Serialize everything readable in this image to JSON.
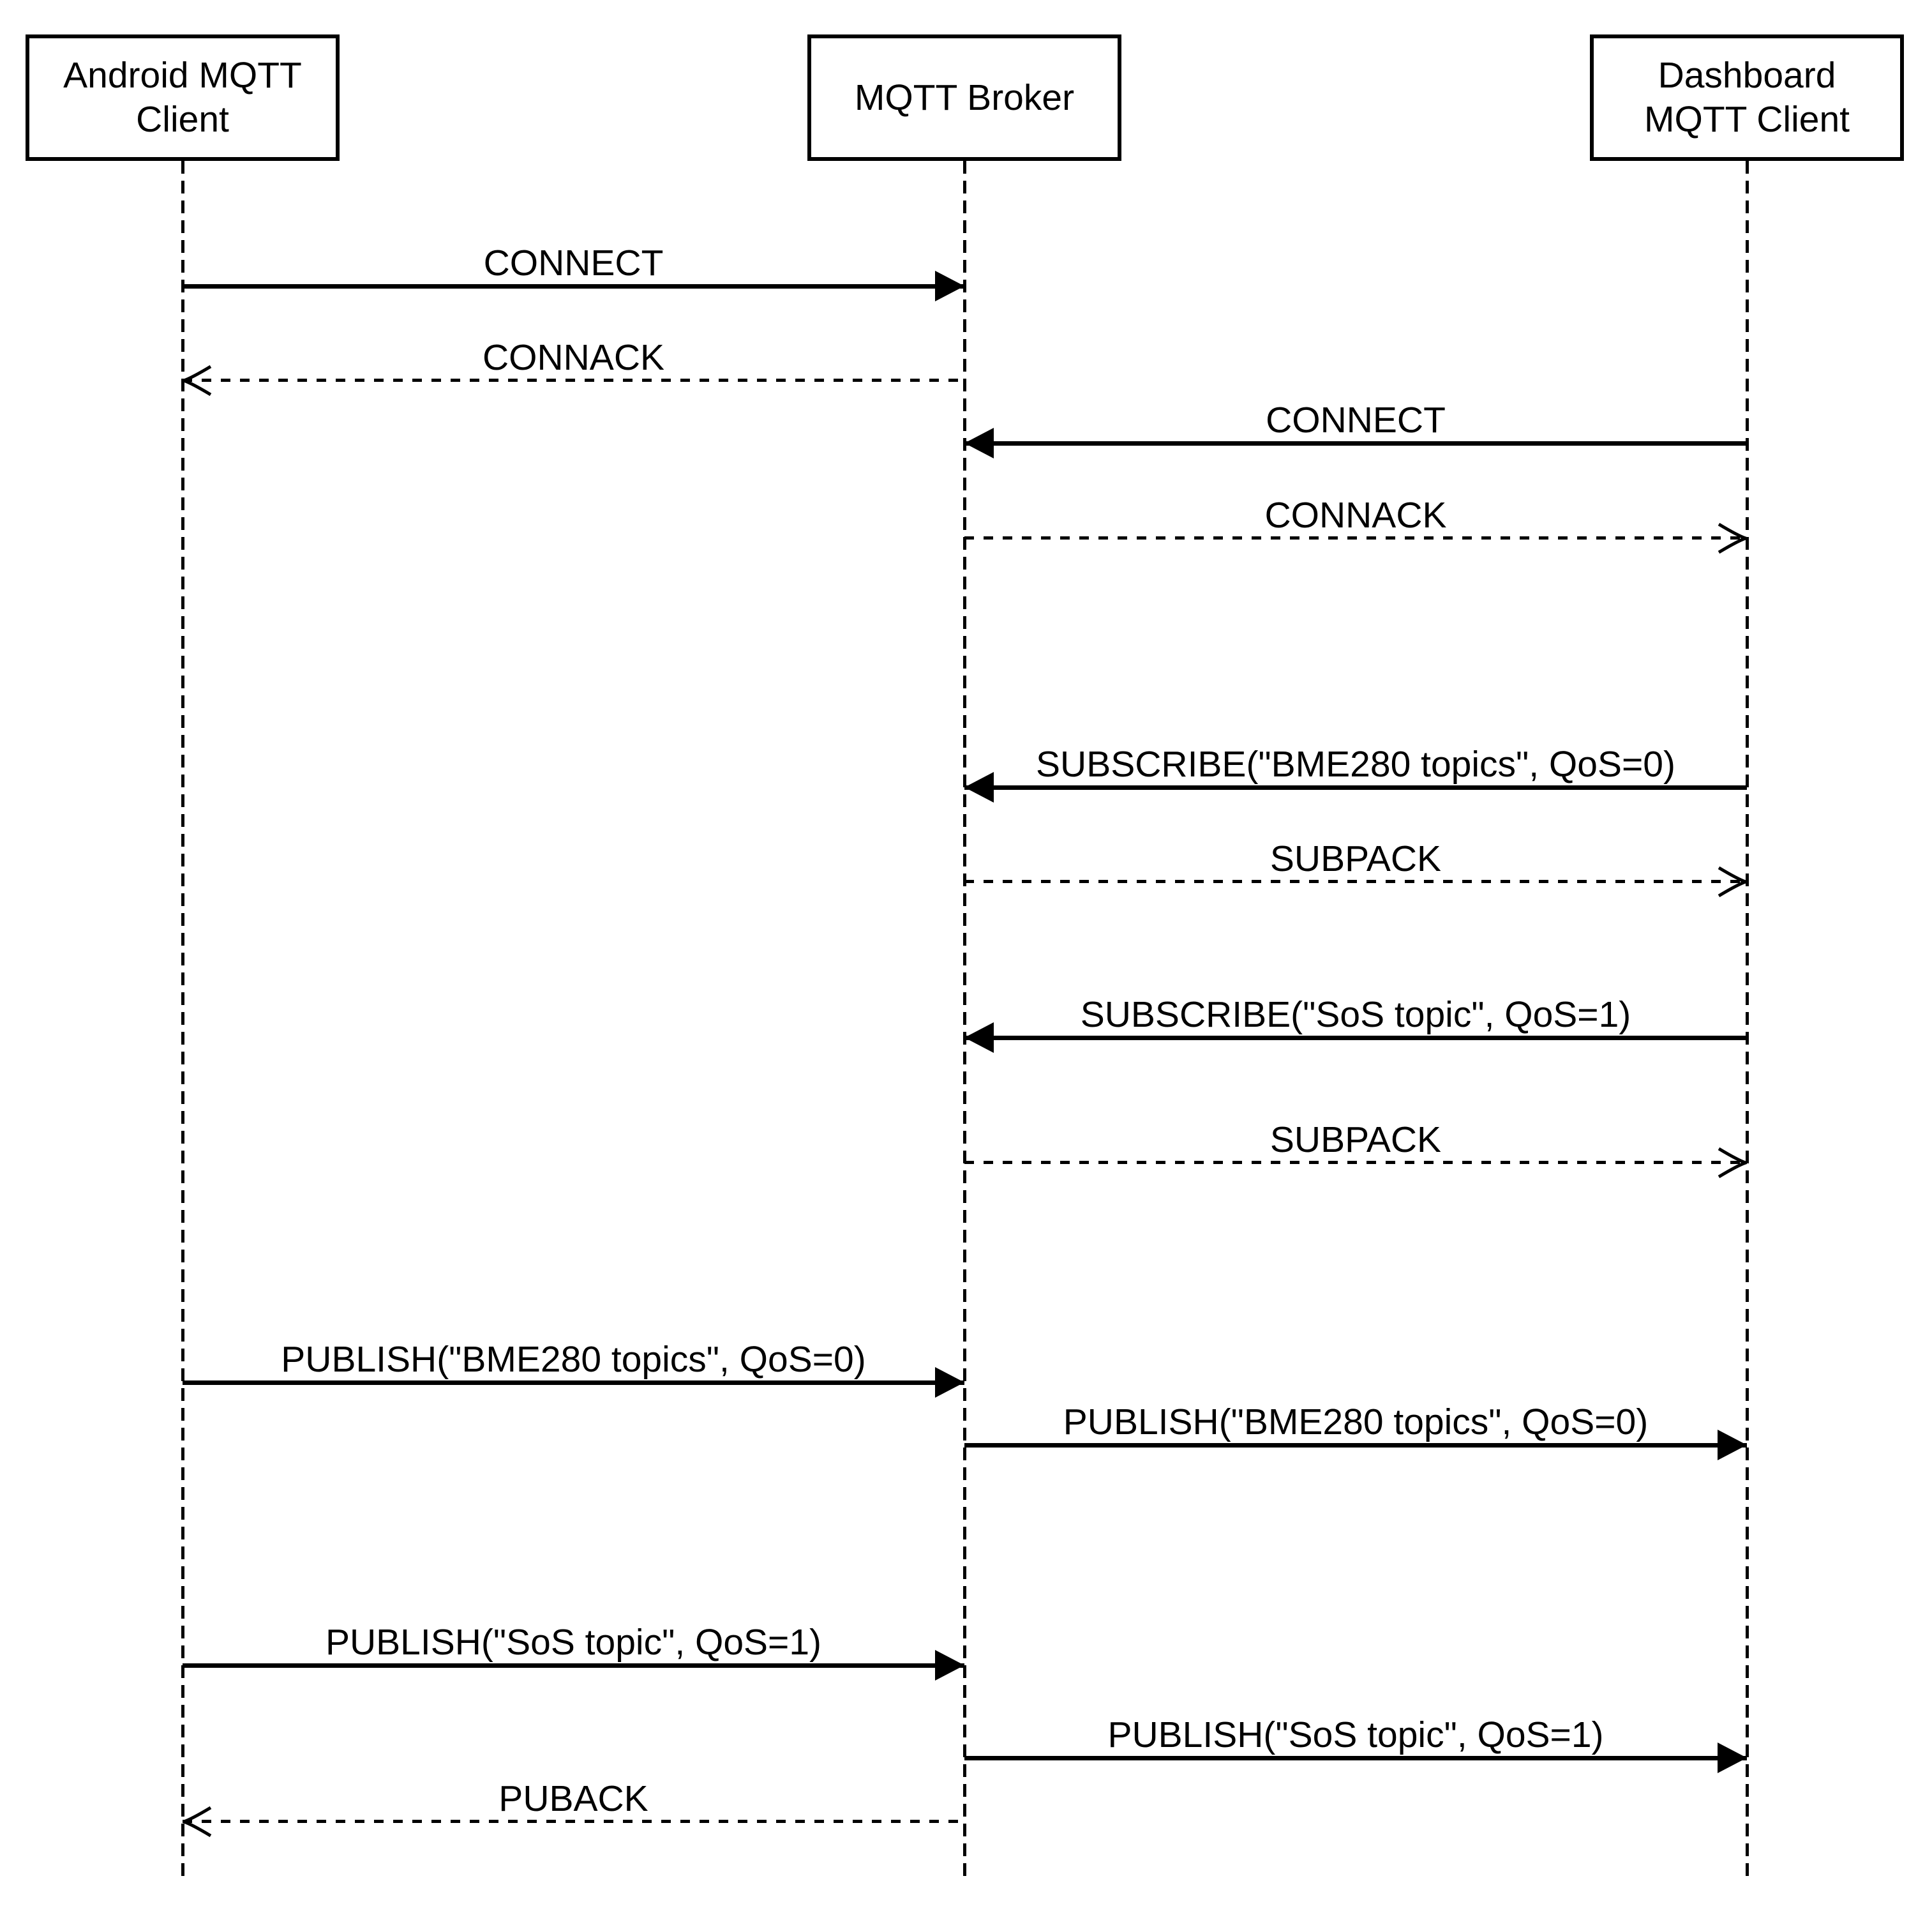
{
  "diagram": {
    "type": "sequence-diagram",
    "subject": "MQTT publish/subscribe message flow"
  },
  "colors": {
    "background": "#ffffff",
    "line": "#000000",
    "text": "#000000"
  },
  "actors": [
    {
      "id": "android",
      "name": "Android MQTT Client"
    },
    {
      "id": "broker",
      "name": "MQTT Broker"
    },
    {
      "id": "dashboard",
      "name": "Dashboard MQTT Client"
    }
  ],
  "messages": [
    {
      "label": "CONNECT",
      "from": "android",
      "to": "broker",
      "line": "solid"
    },
    {
      "label": "CONNACK",
      "from": "broker",
      "to": "android",
      "line": "dashed"
    },
    {
      "label": "CONNECT",
      "from": "dashboard",
      "to": "broker",
      "line": "solid"
    },
    {
      "label": "CONNACK",
      "from": "broker",
      "to": "dashboard",
      "line": "dashed"
    },
    {
      "label": "SUBSCRIBE(\"BME280 topics\", QoS=0)",
      "from": "dashboard",
      "to": "broker",
      "line": "solid"
    },
    {
      "label": "SUBPACK",
      "from": "broker",
      "to": "dashboard",
      "line": "dashed"
    },
    {
      "label": "SUBSCRIBE(\"SoS topic\", QoS=1)",
      "from": "dashboard",
      "to": "broker",
      "line": "solid"
    },
    {
      "label": "SUBPACK",
      "from": "broker",
      "to": "dashboard",
      "line": "dashed"
    },
    {
      "label": "PUBLISH(\"BME280 topics\", QoS=0)",
      "from": "android",
      "to": "broker",
      "line": "solid"
    },
    {
      "label": "PUBLISH(\"BME280 topics\", QoS=0)",
      "from": "broker",
      "to": "dashboard",
      "line": "solid"
    },
    {
      "label": "PUBLISH(\"SoS topic\", QoS=1)",
      "from": "android",
      "to": "broker",
      "line": "solid"
    },
    {
      "label": "PUBLISH(\"SoS topic\", QoS=1)",
      "from": "broker",
      "to": "dashboard",
      "line": "solid"
    },
    {
      "label": "PUBACK",
      "from": "broker",
      "to": "android",
      "line": "dashed"
    }
  ]
}
